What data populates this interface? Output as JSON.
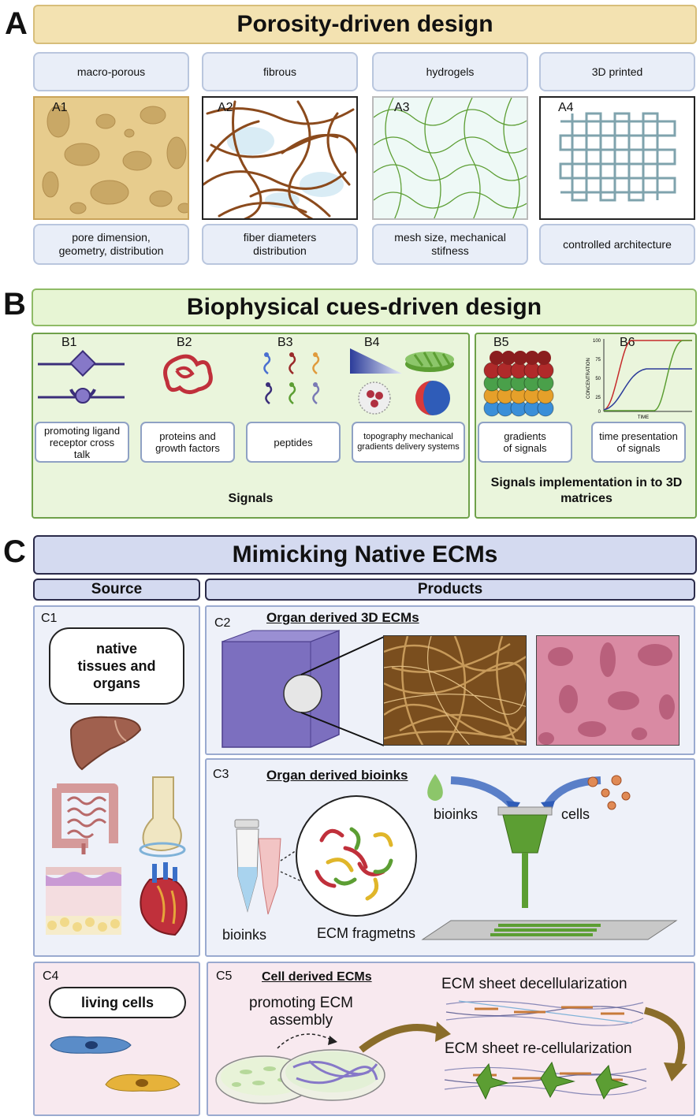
{
  "section_a": {
    "letter": "A",
    "title": "Porosity-driven design",
    "panels": [
      {
        "id": "A1",
        "top_label": "macro-porous",
        "bottom_label": "pore dimension, geometry, distribution"
      },
      {
        "id": "A2",
        "top_label": "fibrous",
        "bottom_label": "fiber diameters distribution"
      },
      {
        "id": "A3",
        "top_label": "hydrogels",
        "bottom_label": "mesh size, mechanical stifness"
      },
      {
        "id": "A4",
        "top_label": "3D printed",
        "bottom_label": "controlled architecture"
      }
    ]
  },
  "section_b": {
    "letter": "B",
    "title": "Biophysical cues-driven design",
    "panels": [
      {
        "id": "B1",
        "label": "promoting ligand  receptor cross talk"
      },
      {
        "id": "B2",
        "label": "proteins and growth factors"
      },
      {
        "id": "B3",
        "label": "peptides"
      },
      {
        "id": "B4",
        "label": "topography mechanical gradients delivery systems"
      },
      {
        "id": "B5",
        "label": "gradients of signals"
      },
      {
        "id": "B6",
        "label": "time presentation of signals"
      }
    ],
    "group_signals": "Signals",
    "group_implementation": "Signals implementation in to 3D matrices",
    "plot": {
      "ylabel": "CONCENTRATION",
      "xlabel": "TIME",
      "ticks": [
        "100",
        "75",
        "50",
        "25",
        "0"
      ]
    }
  },
  "section_c": {
    "letter": "C",
    "title": "Mimicking Native ECMs",
    "source_header": "Source",
    "products_header": "Products",
    "c1": {
      "id": "C1",
      "label": "native tissues and organs"
    },
    "c2": {
      "id": "C2",
      "title": "Organ derived 3D ECMs"
    },
    "c3": {
      "id": "C3",
      "title": "Organ derived bioinks",
      "bioinks_top": "bioinks",
      "cells": "cells",
      "bioinks_tube": "bioinks",
      "fragments": "ECM fragmetns"
    },
    "c4": {
      "id": "C4",
      "label": "living cells"
    },
    "c5": {
      "id": "C5",
      "title": "Cell derived ECMs",
      "assembly": "promoting ECM assembly",
      "decell": "ECM sheet decellularization",
      "recell": "ECM sheet re-cellularization"
    }
  },
  "colors": {
    "banner_a": "#f3e2b1",
    "banner_b": "#e7f5d4",
    "banner_c": "#d4daf0",
    "fiber": "#8b4a1c",
    "accent_green": "#5c9e33",
    "accent_purple": "#8678c8"
  }
}
